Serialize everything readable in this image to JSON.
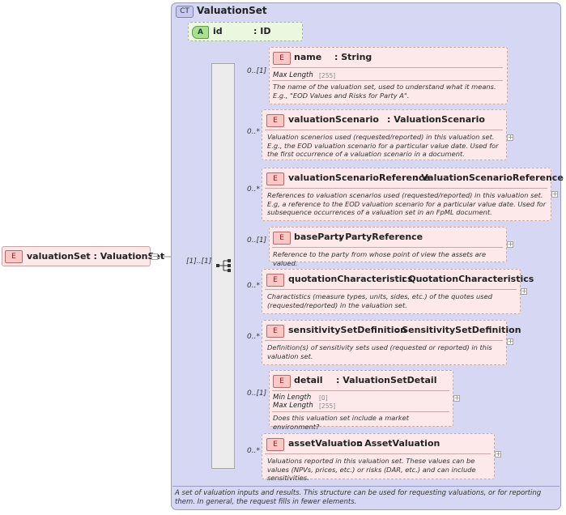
{
  "badges": {
    "complex_type": "CT",
    "element": "E",
    "attribute": "A"
  },
  "complex_type": {
    "name": "ValuationSet",
    "description": "A set of valuation inputs and results. This structure can be used for requesting valuations, or for reporting them. In general, the request fills in fewer elements."
  },
  "root": {
    "label": "valuationSet : ValuationSet",
    "cardinality": "[1]..[1]"
  },
  "attribute": {
    "name": "id",
    "type": ": ID"
  },
  "elements": [
    {
      "name": "name",
      "type": ": String",
      "cardinality": "0..[1]",
      "facets": [
        {
          "name": "Max Length",
          "value": "[255]"
        }
      ],
      "description": "The name of the valuation set, used to understand what it means. E.g., \"EOD Values and Risks for Party A\"."
    },
    {
      "name": "valuationScenario",
      "type": ": ValuationScenario",
      "cardinality": "0..*",
      "description": "Valuation scenerios used (requested/reported) in this valuation set. E.g., the EOD valuation scenario for a particular value date. Used for the first occurrence of a valuation scenario in a document."
    },
    {
      "name": "valuationScenarioReference",
      "type": ": ValuationScenarioReference",
      "cardinality": "0..*",
      "description": "References to valuation scenarios used (requested/reported) in this valuation set. E.g, a reference to the EOD valuation scenario for a particular value date. Used for subsequence occurrences of a valuation set in an FpML document."
    },
    {
      "name": "baseParty",
      "type": ": PartyReference",
      "cardinality": "0..[1]",
      "description": "Reference to the party from whose point of view the assets are valued."
    },
    {
      "name": "quotationCharacteristics",
      "type": ": QuotationCharacteristics",
      "cardinality": "0..*",
      "description": "Charactistics (measure types, units, sides, etc.) of the quotes used (requested/reported) in the valuation set."
    },
    {
      "name": "sensitivitySetDefinition",
      "type": ": SensitivitySetDefinition",
      "cardinality": "0..*",
      "description": "Definition(s) of sensitivity sets used (requested or reported) in this valuation set."
    },
    {
      "name": "detail",
      "type": ": ValuationSetDetail",
      "cardinality": "0..[1]",
      "facets": [
        {
          "name": "Min Length",
          "value": "[0]"
        },
        {
          "name": "Max Length",
          "value": "[255]"
        }
      ],
      "description": "Does this valuation set include a market environment?"
    },
    {
      "name": "assetValuation",
      "type": ": AssetValuation",
      "cardinality": "0..*",
      "description": "Valuations reported in this valuation set. These values can be values (NPVs, prices, etc.) or risks (DAR, etc.) and can include sensitivities."
    }
  ]
}
